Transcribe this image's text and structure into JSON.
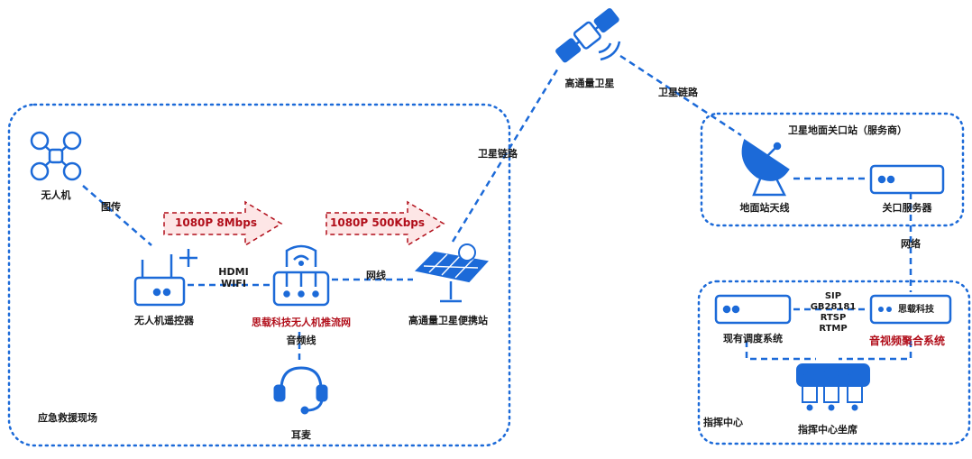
{
  "scene": {
    "regions": {
      "site": "应急救援现场",
      "gateway": "卫星地面关口站（服务商）",
      "command": "指挥中心"
    },
    "nodes": {
      "satellite": "高通量卫星",
      "drone": "无人机",
      "controller": "无人机遥控器",
      "encoder": "思载科技无人机推流网",
      "portable": "高通量卫星便携站",
      "headset": "耳麦",
      "antenna": "地面站天线",
      "gateway_server": "关口服务器",
      "dispatch": "现有调度系统",
      "fusion_box": "思载科技",
      "fusion_system": "音视频聚合系统",
      "seats": "指挥中心坐席"
    },
    "links": {
      "image_tx": "图传",
      "hdmi": "HDMI",
      "wifi": "WIFI",
      "network1": "网线",
      "audio": "音频线",
      "sat_link_left": "卫星链路",
      "sat_link_right": "卫星链路",
      "network2": "网络",
      "protocols": [
        "SIP",
        "GB28181",
        "RTSP",
        "RTMP"
      ]
    },
    "bitrate": {
      "first": "1080P 8Mbps",
      "second": "1080P 500Kbps"
    },
    "colors": {
      "primary": "#1c6ad8",
      "accent": "#b10e1a"
    }
  }
}
